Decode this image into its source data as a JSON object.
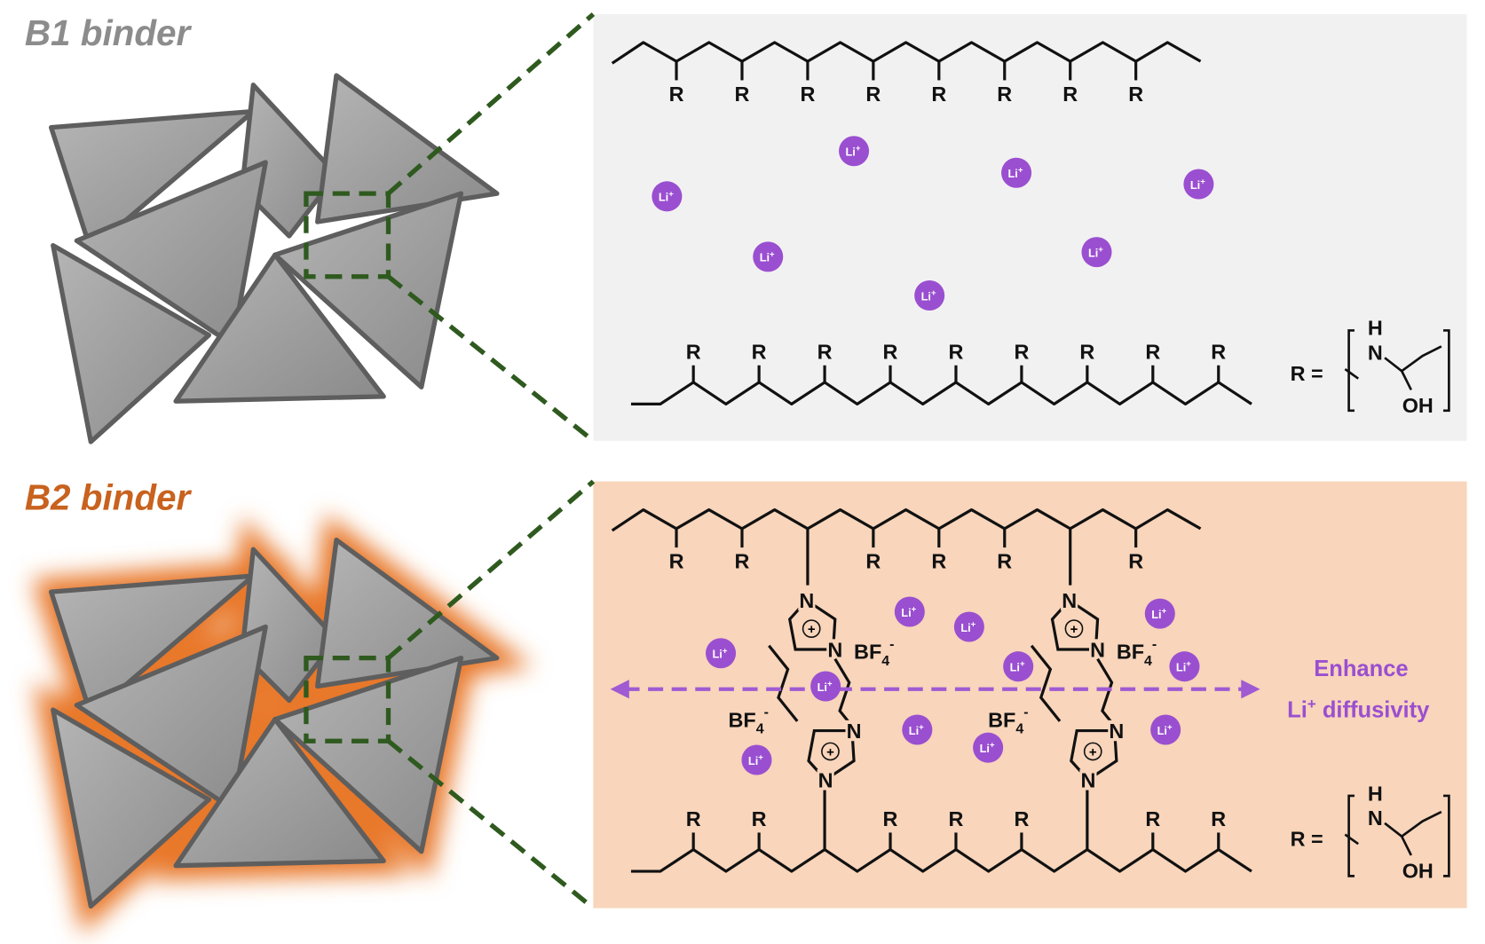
{
  "panels": {
    "b1": {
      "title": "B1 binder",
      "title_color": "#8c8c8c",
      "panel_color": "#f2f1f2"
    },
    "b2": {
      "title": "B2 binder",
      "title_color": "#c8621e",
      "panel_color": "#f8d5bb"
    }
  },
  "labels": {
    "r": "R",
    "r_equals": "R =",
    "h": "H",
    "n": "N",
    "oh": "OH",
    "li": "Li",
    "li_charge": "+",
    "bf4": "BF",
    "bf4_sub": "4",
    "bf4_charge": "-",
    "plus": "+",
    "enhance": "Enhance",
    "diffusivity_li": "Li",
    "diffusivity_charge": "+",
    "diffusivity": " diffusivity"
  },
  "colors": {
    "li_ion": "#9a4fd0",
    "zoom_lines": "#2f5a1f",
    "particle": "#9b9b9b",
    "glow": "#e8782a"
  }
}
